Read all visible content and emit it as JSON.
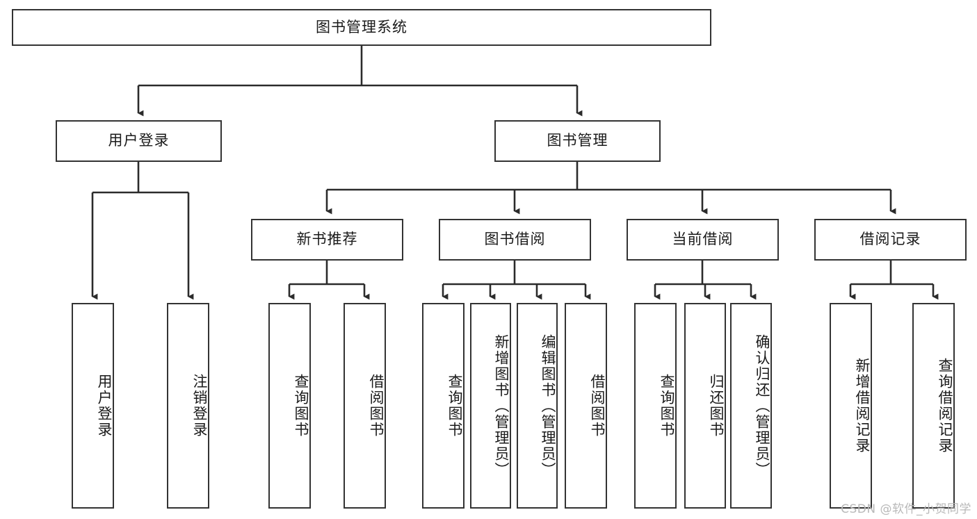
{
  "diagram": {
    "title": "图书管理系统",
    "type": "tree-hierarchy-chart",
    "watermark": "CSDN @软件_小贺同学",
    "colors": {
      "stroke": "#333333",
      "fill": "#ffffff",
      "text": "#1a1a1a",
      "watermark": "#b9b9b9"
    },
    "root": {
      "label": "图书管理系统"
    },
    "level1": [
      {
        "id": "user-login",
        "label": "用户登录"
      },
      {
        "id": "book-management",
        "label": "图书管理"
      }
    ],
    "level2": [
      {
        "id": "new-book-recommend",
        "label": "新书推荐",
        "parent": "book-management"
      },
      {
        "id": "book-borrow",
        "label": "图书借阅",
        "parent": "book-management"
      },
      {
        "id": "current-borrow",
        "label": "当前借阅",
        "parent": "book-management"
      },
      {
        "id": "borrow-record",
        "label": "借阅记录",
        "parent": "book-management"
      }
    ],
    "leaves": [
      {
        "id": "leaf-user-login",
        "label": "用户登录",
        "parent": "user-login"
      },
      {
        "id": "leaf-logout-login",
        "label": "注销登录",
        "parent": "user-login"
      },
      {
        "id": "leaf-query-book-1",
        "label": "查询图书",
        "parent": "new-book-recommend"
      },
      {
        "id": "leaf-borrow-book-1",
        "label": "借阅图书",
        "parent": "new-book-recommend"
      },
      {
        "id": "leaf-query-book-2",
        "label": "查询图书",
        "parent": "book-borrow"
      },
      {
        "id": "leaf-add-book",
        "label": "新增图书（管理员）",
        "parent": "book-borrow"
      },
      {
        "id": "leaf-edit-book",
        "label": "编辑图书（管理员）",
        "parent": "book-borrow"
      },
      {
        "id": "leaf-borrow-book-2",
        "label": "借阅图书",
        "parent": "book-borrow"
      },
      {
        "id": "leaf-query-book-3",
        "label": "查询图书",
        "parent": "current-borrow"
      },
      {
        "id": "leaf-return-book",
        "label": "归还图书",
        "parent": "current-borrow"
      },
      {
        "id": "leaf-confirm-return",
        "label": "确认归还（管理员）",
        "parent": "current-borrow"
      },
      {
        "id": "leaf-add-record",
        "label": "新增借阅记录",
        "parent": "borrow-record"
      },
      {
        "id": "leaf-query-record",
        "label": "查询借阅记录",
        "parent": "borrow-record"
      }
    ]
  }
}
